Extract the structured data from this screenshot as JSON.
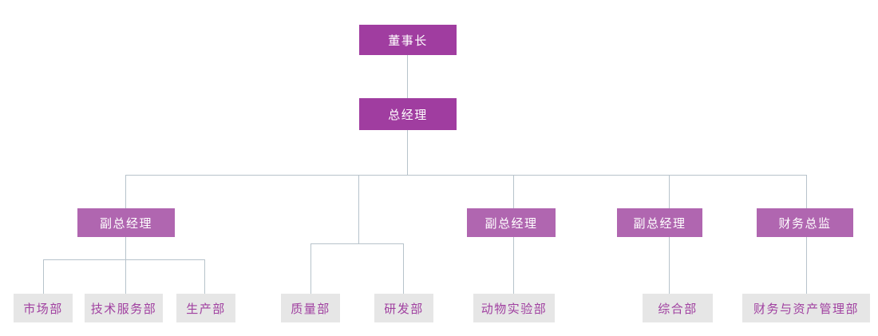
{
  "org": {
    "chairman": {
      "label": "董事长",
      "role_type": "executive"
    },
    "general_manager": {
      "label": "总经理",
      "role_type": "executive"
    },
    "deputy_general_manager_1": {
      "label": "副总经理",
      "role_type": "manager"
    },
    "deputy_general_manager_2": {
      "label": "副总经理",
      "role_type": "manager"
    },
    "deputy_general_manager_3": {
      "label": "副总经理",
      "role_type": "manager"
    },
    "finance_director": {
      "label": "财务总监",
      "role_type": "manager"
    },
    "marketing_dept": {
      "label": "市场部",
      "role_type": "department"
    },
    "technical_service_dept": {
      "label": "技术服务部",
      "role_type": "department"
    },
    "production_dept": {
      "label": "生产部",
      "role_type": "department"
    },
    "quality_dept": {
      "label": "质量部",
      "role_type": "department"
    },
    "rd_dept": {
      "label": "研发部",
      "role_type": "department"
    },
    "animal_experiment_dept": {
      "label": "动物实验部",
      "role_type": "department"
    },
    "general_affairs_dept": {
      "label": "综合部",
      "role_type": "department"
    },
    "finance_asset_management_dept": {
      "label": "财务与资产管理部",
      "role_type": "department"
    }
  },
  "edges": [
    [
      "chairman",
      "general_manager"
    ],
    [
      "general_manager",
      "deputy_general_manager_1"
    ],
    [
      "general_manager",
      "quality_dept"
    ],
    [
      "general_manager",
      "rd_dept"
    ],
    [
      "general_manager",
      "deputy_general_manager_2"
    ],
    [
      "general_manager",
      "deputy_general_manager_3"
    ],
    [
      "general_manager",
      "finance_director"
    ],
    [
      "deputy_general_manager_1",
      "marketing_dept"
    ],
    [
      "deputy_general_manager_1",
      "technical_service_dept"
    ],
    [
      "deputy_general_manager_1",
      "production_dept"
    ],
    [
      "deputy_general_manager_2",
      "animal_experiment_dept"
    ],
    [
      "deputy_general_manager_3",
      "general_affairs_dept"
    ],
    [
      "finance_director",
      "finance_asset_management_dept"
    ]
  ],
  "colors": {
    "executive_fill": "#A03DA0",
    "manager_fill": "#B066B0",
    "department_fill": "#E6E6E6",
    "department_text": "#A040A0",
    "executive_text": "#FFFFFF",
    "connector_line": "#B7C3CB",
    "background": "#FFFFFF"
  }
}
